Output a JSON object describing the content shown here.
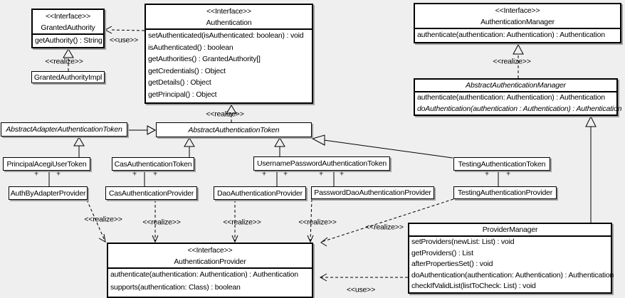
{
  "labels": {
    "use": "&lt;&lt;use&gt;&gt;",
    "realize": "<<realize>>",
    "use_plain": "<<use>>",
    "plus": "+"
  },
  "classes": {
    "granted_authority": {
      "stereotype": "<<Interface>>",
      "name": "GrantedAuthority",
      "methods": [
        "getAuthority() : String"
      ]
    },
    "granted_authority_impl": {
      "name": "GrantedAuthorityImpl"
    },
    "authentication": {
      "stereotype": "<<Interface>>",
      "name": "Authentication",
      "methods": [
        "setAuthenticated(isAuthenticated: boolean) : void",
        "isAuthenticated() : boolean",
        "getAuthorities() : GrantedAuthority[]",
        "getCredentials() : Object",
        "getDetails() : Object",
        "getPrincipal() : Object"
      ]
    },
    "authentication_manager": {
      "stereotype": "<<Interface>>",
      "name": "AuthenticationManager",
      "methods": [
        "authenticate(authentication: Authentication) : Authentication"
      ]
    },
    "abstract_authentication_manager": {
      "name": "AbstractAuthenticationManager",
      "abstract": true,
      "methods": [
        "authenticate(authentication: Authentication) : Authentication",
        "doAuthentication(authentication : Authentication) : Authentication"
      ]
    },
    "abstract_adapter_authentication_token": {
      "name": "AbstractAdapterAuthenticationToken",
      "abstract": true
    },
    "abstract_authentication_token": {
      "name": "AbstractAuthenticationToken",
      "abstract": true
    },
    "principal_acegi_user_token": {
      "name": "PrincipalAcegiUserToken"
    },
    "cas_authentication_token": {
      "name": "CasAuthenticationToken"
    },
    "username_password_authentication_token": {
      "name": "UsernamePasswordAuthenticationToken"
    },
    "testing_authentication_token": {
      "name": "TestingAuthenticationToken"
    },
    "auth_by_adapter_provider": {
      "name": "AuthByAdapterProvider"
    },
    "cas_authentication_provider": {
      "name": "CasAuthenticationProvider"
    },
    "dao_authentication_provider": {
      "name": "DaoAuthenticationProvider"
    },
    "password_dao_authentication_provider": {
      "name": "PasswordDaoAuthenticationProvider"
    },
    "testing_authentication_provider": {
      "name": "TestingAuthenticationProvider"
    },
    "authentication_provider": {
      "stereotype": "<<Interface>>",
      "name": "AuthenticationProvider",
      "methods": [
        "authenticate(authentication: Authentication) : Authentication",
        "supports(authentication: Class) : boolean"
      ]
    },
    "provider_manager": {
      "name": "ProviderManager",
      "methods": [
        "setProviders(newList: List) : void",
        "getProviders() : List",
        "afterPropertiesSet() : void",
        "doAuthentication(authentication: Authentication) : Authentication",
        "checkIfValidList(listToCheck: List) : void"
      ]
    }
  }
}
